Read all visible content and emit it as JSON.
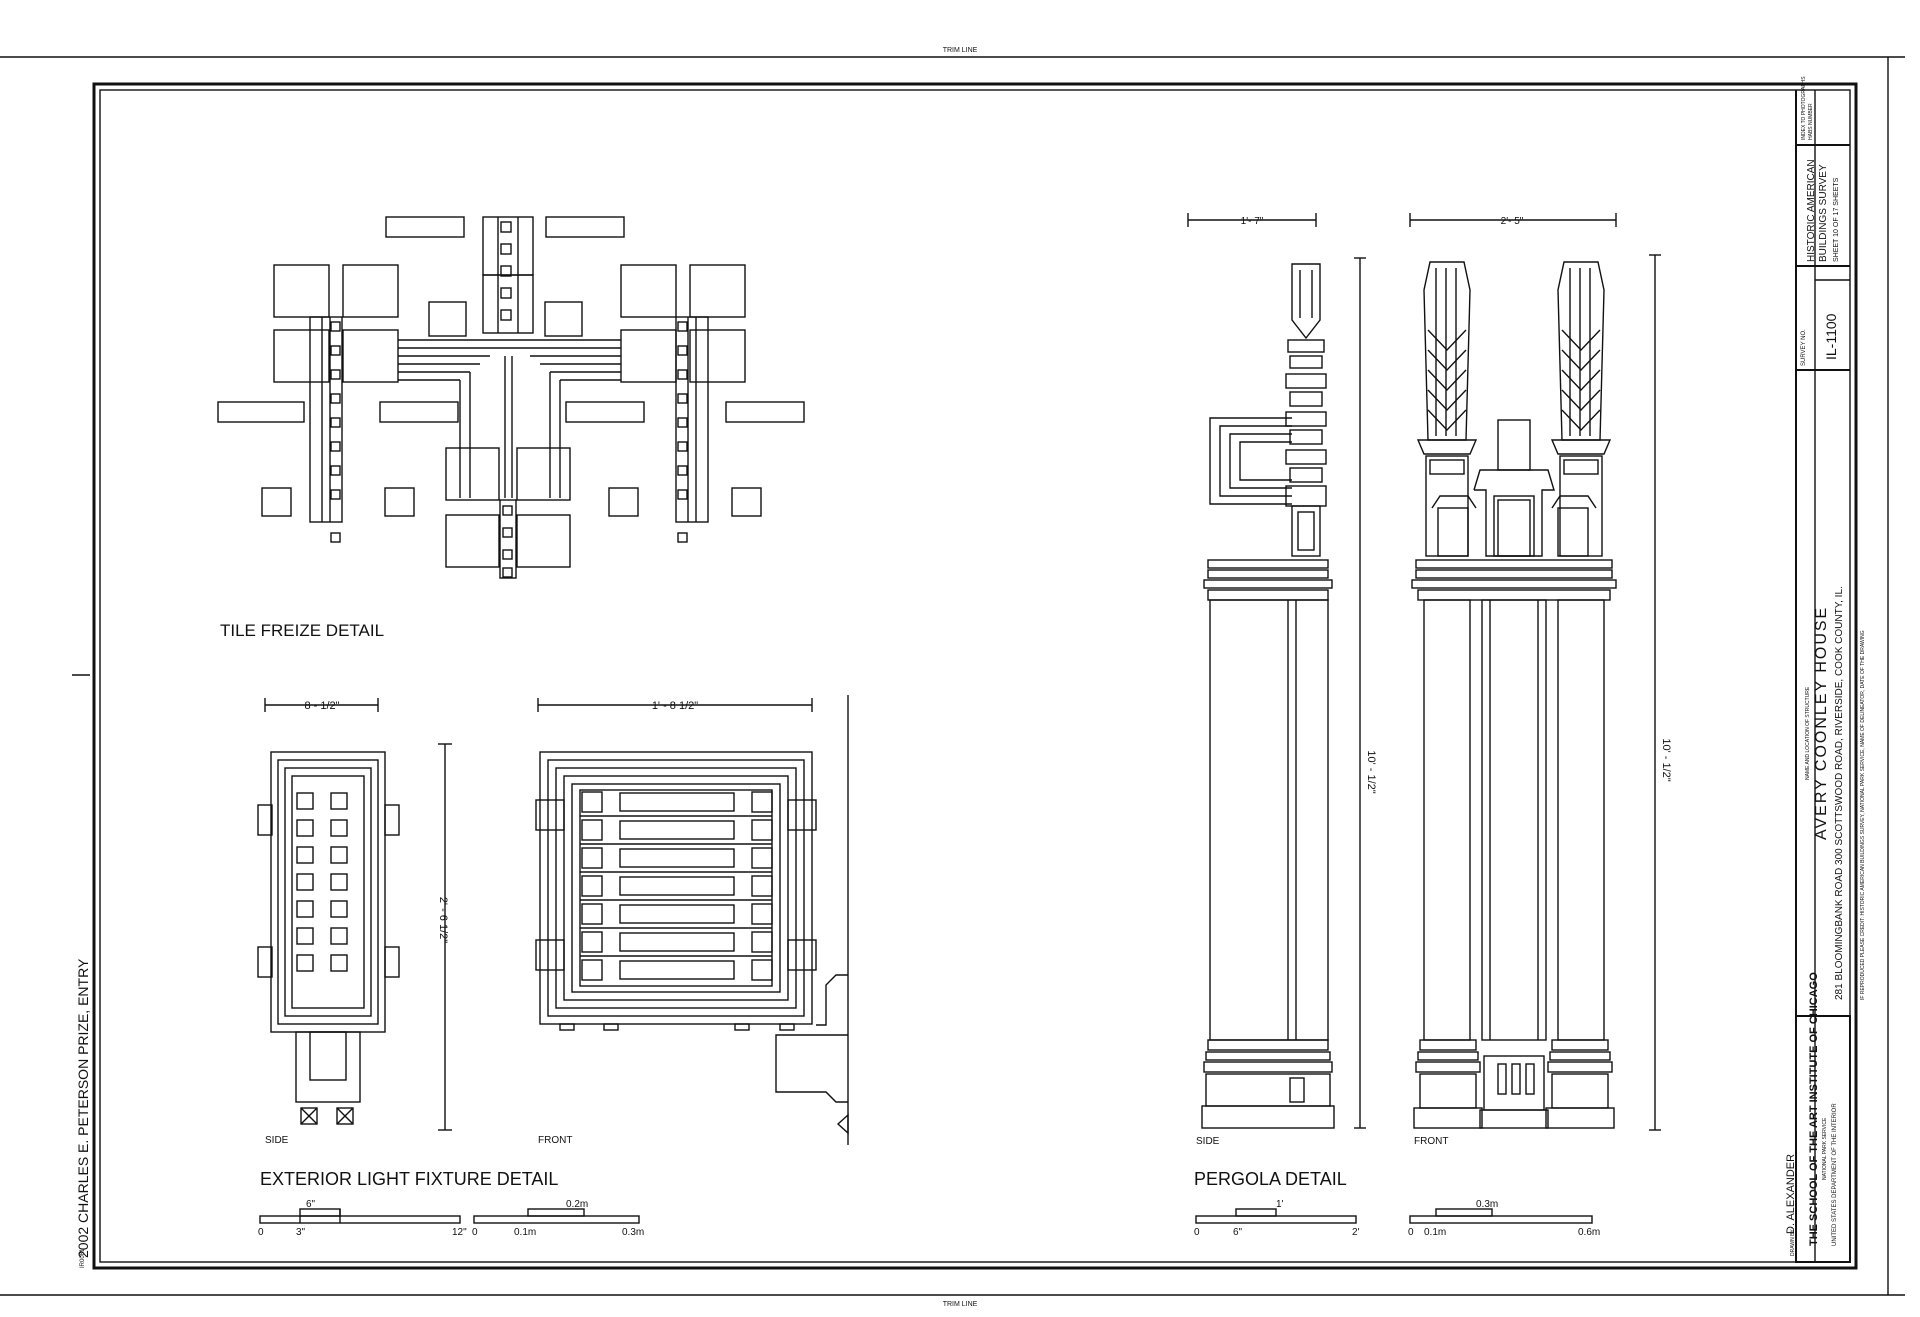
{
  "sheet": {
    "trim_top": "TRIM LINE",
    "trim_bottom": "TRIM LINE",
    "prize_entry": "2002 CHARLES E. PETERSON PRIZE, ENTRY",
    "margin_code": "IR0081"
  },
  "details": {
    "tile_freize": "TILE FREIZE DETAIL",
    "light_fixture": "EXTERIOR LIGHT FIXTURE DETAIL",
    "pergola": "PERGOLA DETAIL",
    "side_label": "SIDE",
    "front_label": "FRONT"
  },
  "dimensions": {
    "fixture_side_width": "8 - 1/2\"",
    "fixture_front_width": "1' - 8 1/2\"",
    "fixture_height": "2' - 6 1/2\"",
    "pergola_side_width": "1'- 7\"",
    "pergola_front_width": "2'- 5\"",
    "pergola_side_height": "10' - 1/2\"",
    "pergola_front_height": "10' - 1/2\""
  },
  "scales": {
    "fixture_imperial": {
      "top": "6\"",
      "ticks": [
        "0",
        "3\"",
        "12\""
      ]
    },
    "fixture_metric": {
      "top": "0.2m",
      "ticks": [
        "0",
        "0.1m",
        "0.3m"
      ]
    },
    "pergola_imperial": {
      "top": "1'",
      "ticks": [
        "0",
        "6\"",
        "2'"
      ]
    },
    "pergola_metric": {
      "top": "0.3m",
      "ticks": [
        "0",
        "0.1m",
        "0.6m"
      ]
    }
  },
  "title_block": {
    "name_caption": "NAME AND LOCATION OF STRUCTURE",
    "building_name": "AVERY COONLEY HOUSE",
    "address": "281 BLOOMINGBANK ROAD 300 SCOTTSWOOD ROAD, RIVERSIDE, COOK COUNTY, IL.",
    "credit_note": "IF REPRODUCED PLEASE CREDIT: HISTORIC AMERICAN BUILDINGS SURVEY, NATIONAL PARK SERVICE, NAME OF DELINEATOR, DATE OF THE DRAWING",
    "drawn_by_label": "DRAWN BY:",
    "drawn_by": "D. ALEXANDER",
    "school": "THE SCHOOL OF THE ART INSTITUTE OF CHICAGO",
    "nps": "NATIONAL PARK SERVICE",
    "doi": "UNITED STATES DEPARTMENT OF THE INTERIOR",
    "survey_no_label": "SURVEY NO.",
    "survey_no": "IL-1100",
    "habs_line1": "HISTORIC AMERICAN",
    "habs_line2": "BUILDINGS SURVEY",
    "sheet_info": "SHEET 10 OF 17 SHEETS",
    "index_label": "INDEX TO PHOTOGRAPHS",
    "index_sub": "HABS NUMBER"
  }
}
